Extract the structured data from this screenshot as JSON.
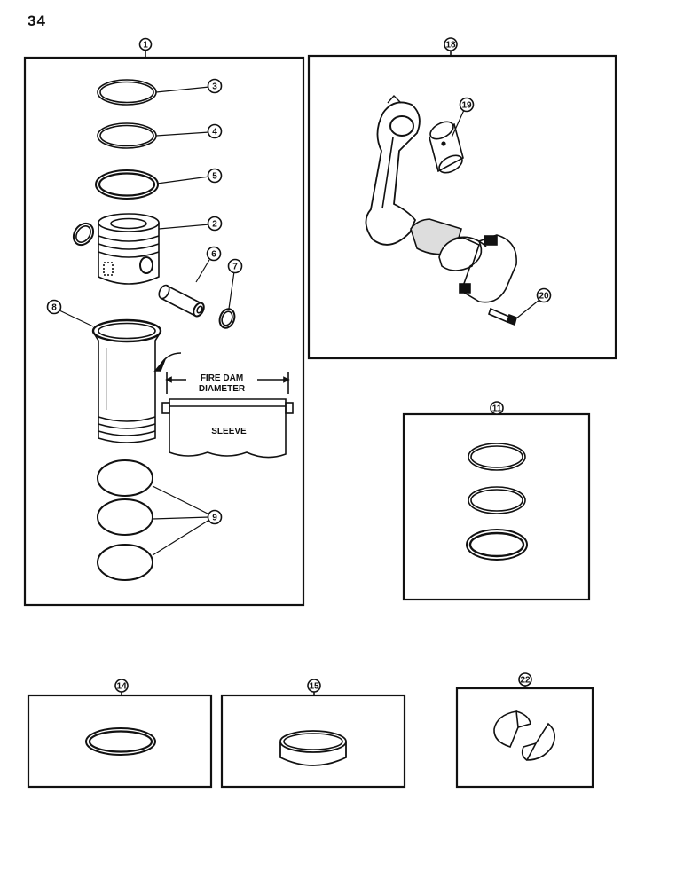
{
  "page": {
    "number": "34"
  },
  "panels": {
    "piston_kit": {
      "number": "1",
      "callouts": {
        "piston": "2",
        "ring_top": "3",
        "ring_second": "4",
        "ring_oil": "5",
        "piston_pin": "6",
        "snap_ring": "7",
        "sleeve": "8",
        "o_rings": "9"
      },
      "labels": {
        "fire_dam": "FIRE DAM",
        "diameter": "DIAMETER",
        "sleeve": "SLEEVE"
      }
    },
    "connecting_rod": {
      "number": "18",
      "callouts": {
        "bushing": "19",
        "bolt": "20"
      }
    },
    "ring_set": {
      "number": "11"
    },
    "ring": {
      "number": "14"
    },
    "spacer": {
      "number": "15"
    },
    "bearing": {
      "number": "22"
    }
  },
  "colors": {
    "line": "#111111",
    "background": "#ffffff",
    "shade": "#bbbbbb"
  }
}
